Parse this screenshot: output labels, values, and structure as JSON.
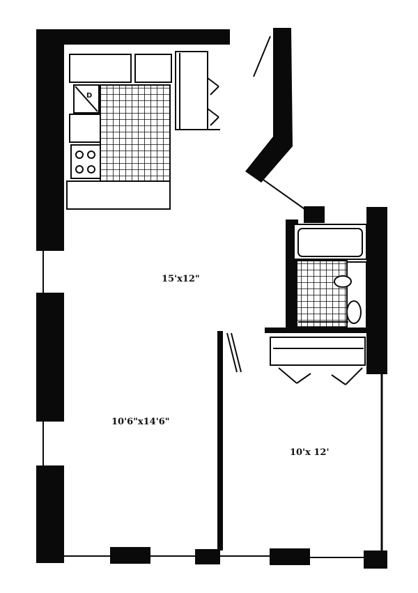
{
  "rooms": {
    "living": "15'x12\"",
    "dining": "10'6\"x14'6\"",
    "bedroom": "10'x 12'"
  },
  "kitchen": {
    "appliance_label": "D"
  },
  "colors": {
    "wall": "#0a0a0a",
    "background": "#ffffff"
  }
}
